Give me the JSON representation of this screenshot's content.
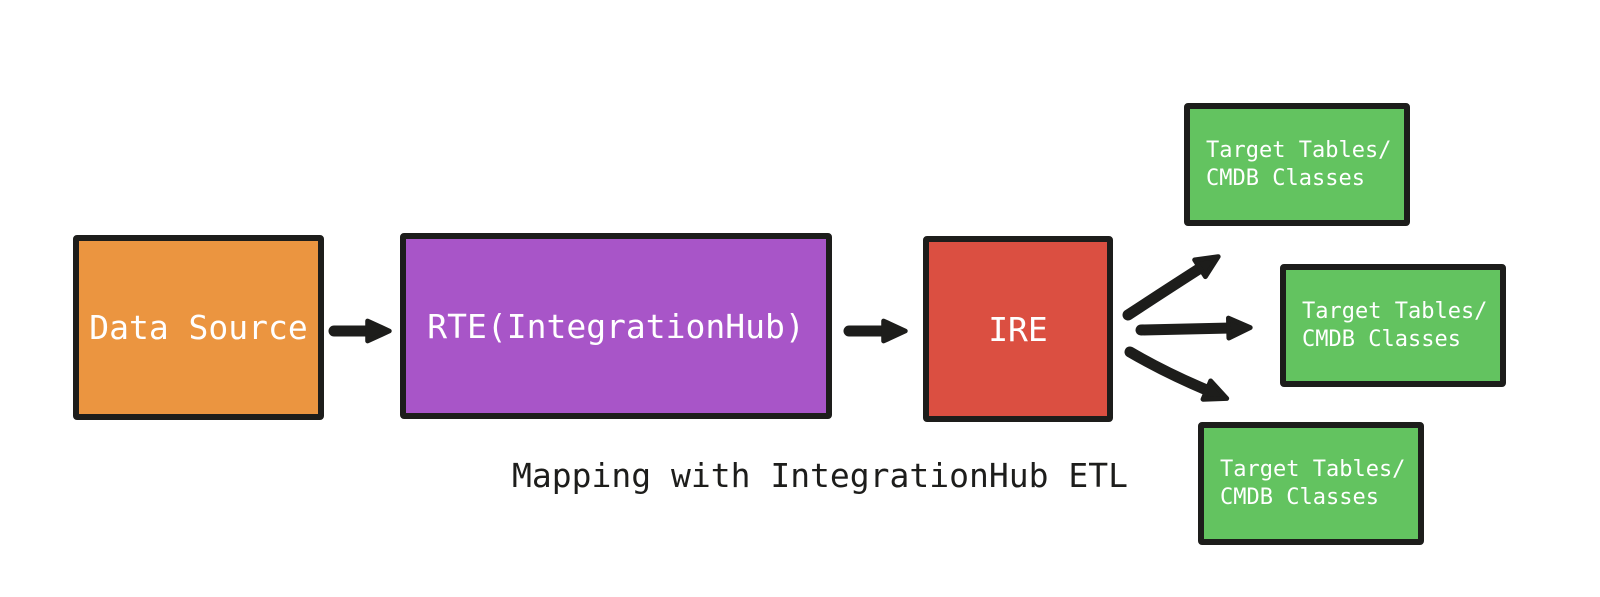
{
  "palette": {
    "background": "#ffffff",
    "ink": "#1d1d1b",
    "data_source_fill": "#eb9540",
    "rte_fill": "#a855c8",
    "ire_fill": "#db4f41",
    "target_fill": "#63c360",
    "node_text": "#ffffff",
    "caption_text": "#1d1d1b"
  },
  "diagram": {
    "caption": "Mapping with IntegrationHub ETL",
    "nodes": {
      "data_source": {
        "label": "Data Source"
      },
      "rte": {
        "label": "RTE(IntegrationHub)"
      },
      "ire": {
        "label": "IRE"
      },
      "target_top": {
        "line1": "Target Tables/",
        "line2": "CMDB Classes"
      },
      "target_middle": {
        "line1": "Target Tables/",
        "line2": "CMDB Classes"
      },
      "target_bottom": {
        "line1": "Target Tables/",
        "line2": "CMDB Classes"
      }
    },
    "arrows": [
      {
        "name": "data-source-to-rte"
      },
      {
        "name": "rte-to-ire"
      },
      {
        "name": "ire-to-target-top"
      },
      {
        "name": "ire-to-target-middle"
      },
      {
        "name": "ire-to-target-bottom"
      }
    ]
  }
}
